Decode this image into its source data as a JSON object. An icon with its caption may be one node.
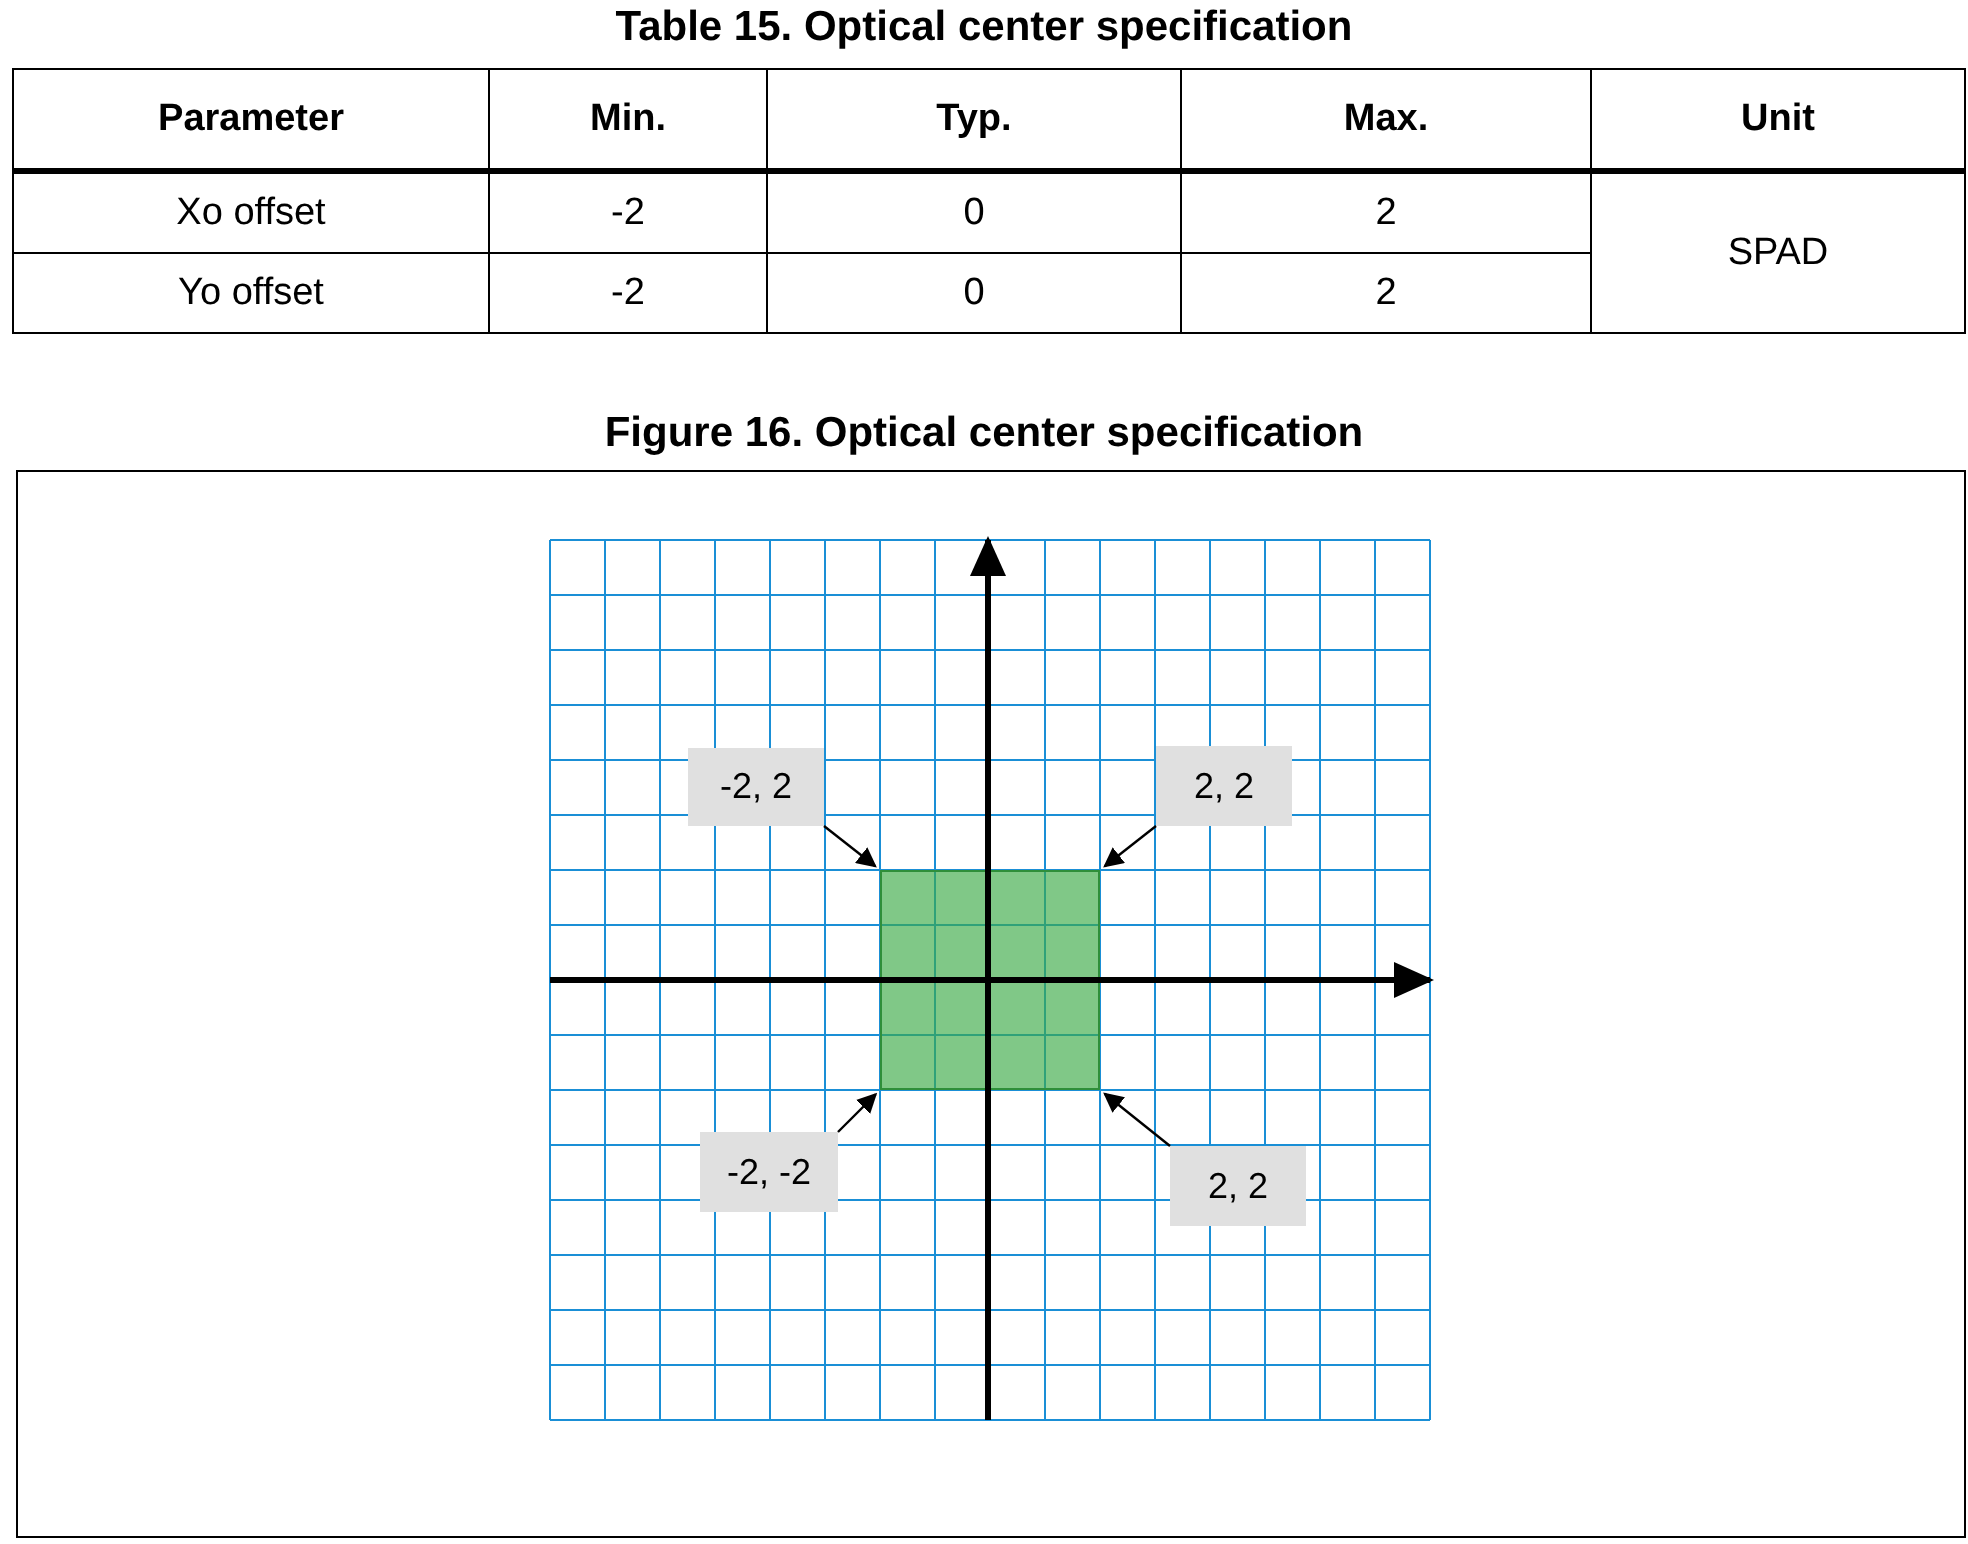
{
  "diagram": {
    "title": "Figure 16. Optical center specification",
    "nodes": [
      {
        "text": [
          "-2, 2"
        ]
      },
      {
        "text": [
          "2, 2"
        ]
      },
      {
        "text": [
          "-2, -2"
        ]
      },
      {
        "text": [
          "2, 2"
        ]
      },
      {
        "text": [],
        "shape": "box"
      }
    ],
    "edges": [
      {
        "from": 0,
        "to": 4,
        "arrow": "to"
      },
      {
        "from": 1,
        "to": 4,
        "arrow": "to"
      },
      {
        "from": 2,
        "to": 4,
        "arrow": "to"
      },
      {
        "from": 3,
        "to": 4,
        "arrow": "to"
      }
    ],
    "labels": [
      "Table 15. Optical center specification",
      "Parameter",
      "Min.",
      "Typ.",
      "Max.",
      "Unit",
      "Xo offset",
      "-2",
      "0",
      "2",
      "SPAD",
      "Yo offset",
      "-2",
      "0",
      "2"
    ]
  }
}
